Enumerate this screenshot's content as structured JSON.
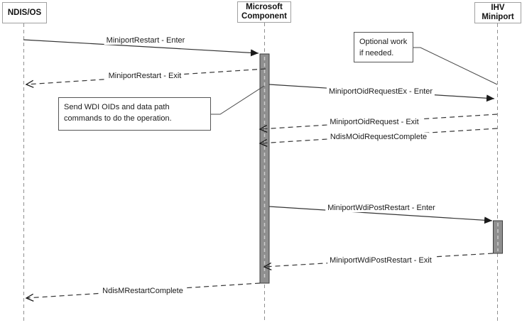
{
  "actors": [
    {
      "id": "ndis-os",
      "label": "NDIS/OS"
    },
    {
      "id": "microsoft-component",
      "label": "Microsoft Component"
    },
    {
      "id": "ihv-miniport",
      "label": "IHV Miniport"
    }
  ],
  "notes": [
    {
      "id": "optional-work",
      "text": "Optional work if needed."
    },
    {
      "id": "send-wdi-oids",
      "text": "Send WDI OIDs and data path commands to do the operation."
    }
  ],
  "messages": [
    {
      "label": "MiniportRestart - Enter",
      "from": "NDIS/OS",
      "to": "Microsoft Component",
      "style": "solid"
    },
    {
      "label": "MiniportRestart - Exit",
      "from": "Microsoft Component",
      "to": "NDIS/OS",
      "style": "dashed"
    },
    {
      "label": "MiniportOidRequestEx - Enter",
      "from": "Microsoft Component",
      "to": "IHV Miniport",
      "style": "solid"
    },
    {
      "label": "MiniportOidRequest - Exit",
      "from": "IHV Miniport",
      "to": "Microsoft Component",
      "style": "dashed"
    },
    {
      "label": "NdisMOidRequestComplete",
      "from": "IHV Miniport",
      "to": "Microsoft Component",
      "style": "dashed"
    },
    {
      "label": "MiniportWdiPostRestart - Enter",
      "from": "Microsoft Component",
      "to": "IHV Miniport",
      "style": "solid"
    },
    {
      "label": "MiniportWdiPostRestart - Exit",
      "from": "IHV Miniport",
      "to": "Microsoft Component",
      "style": "dashed"
    },
    {
      "label": "NdisMRestartComplete",
      "from": "Microsoft Component",
      "to": "NDIS/OS",
      "style": "dashed"
    }
  ],
  "colors": {
    "background": "#ffffff",
    "line": "#343434",
    "lifeline": "#8f8f8f",
    "activation_fill": "#8f8f8f",
    "activation_border": "#3c3c3c",
    "actor_border": "#a0a0a0",
    "note_border": "#555555",
    "text": "#1a1a1a"
  }
}
